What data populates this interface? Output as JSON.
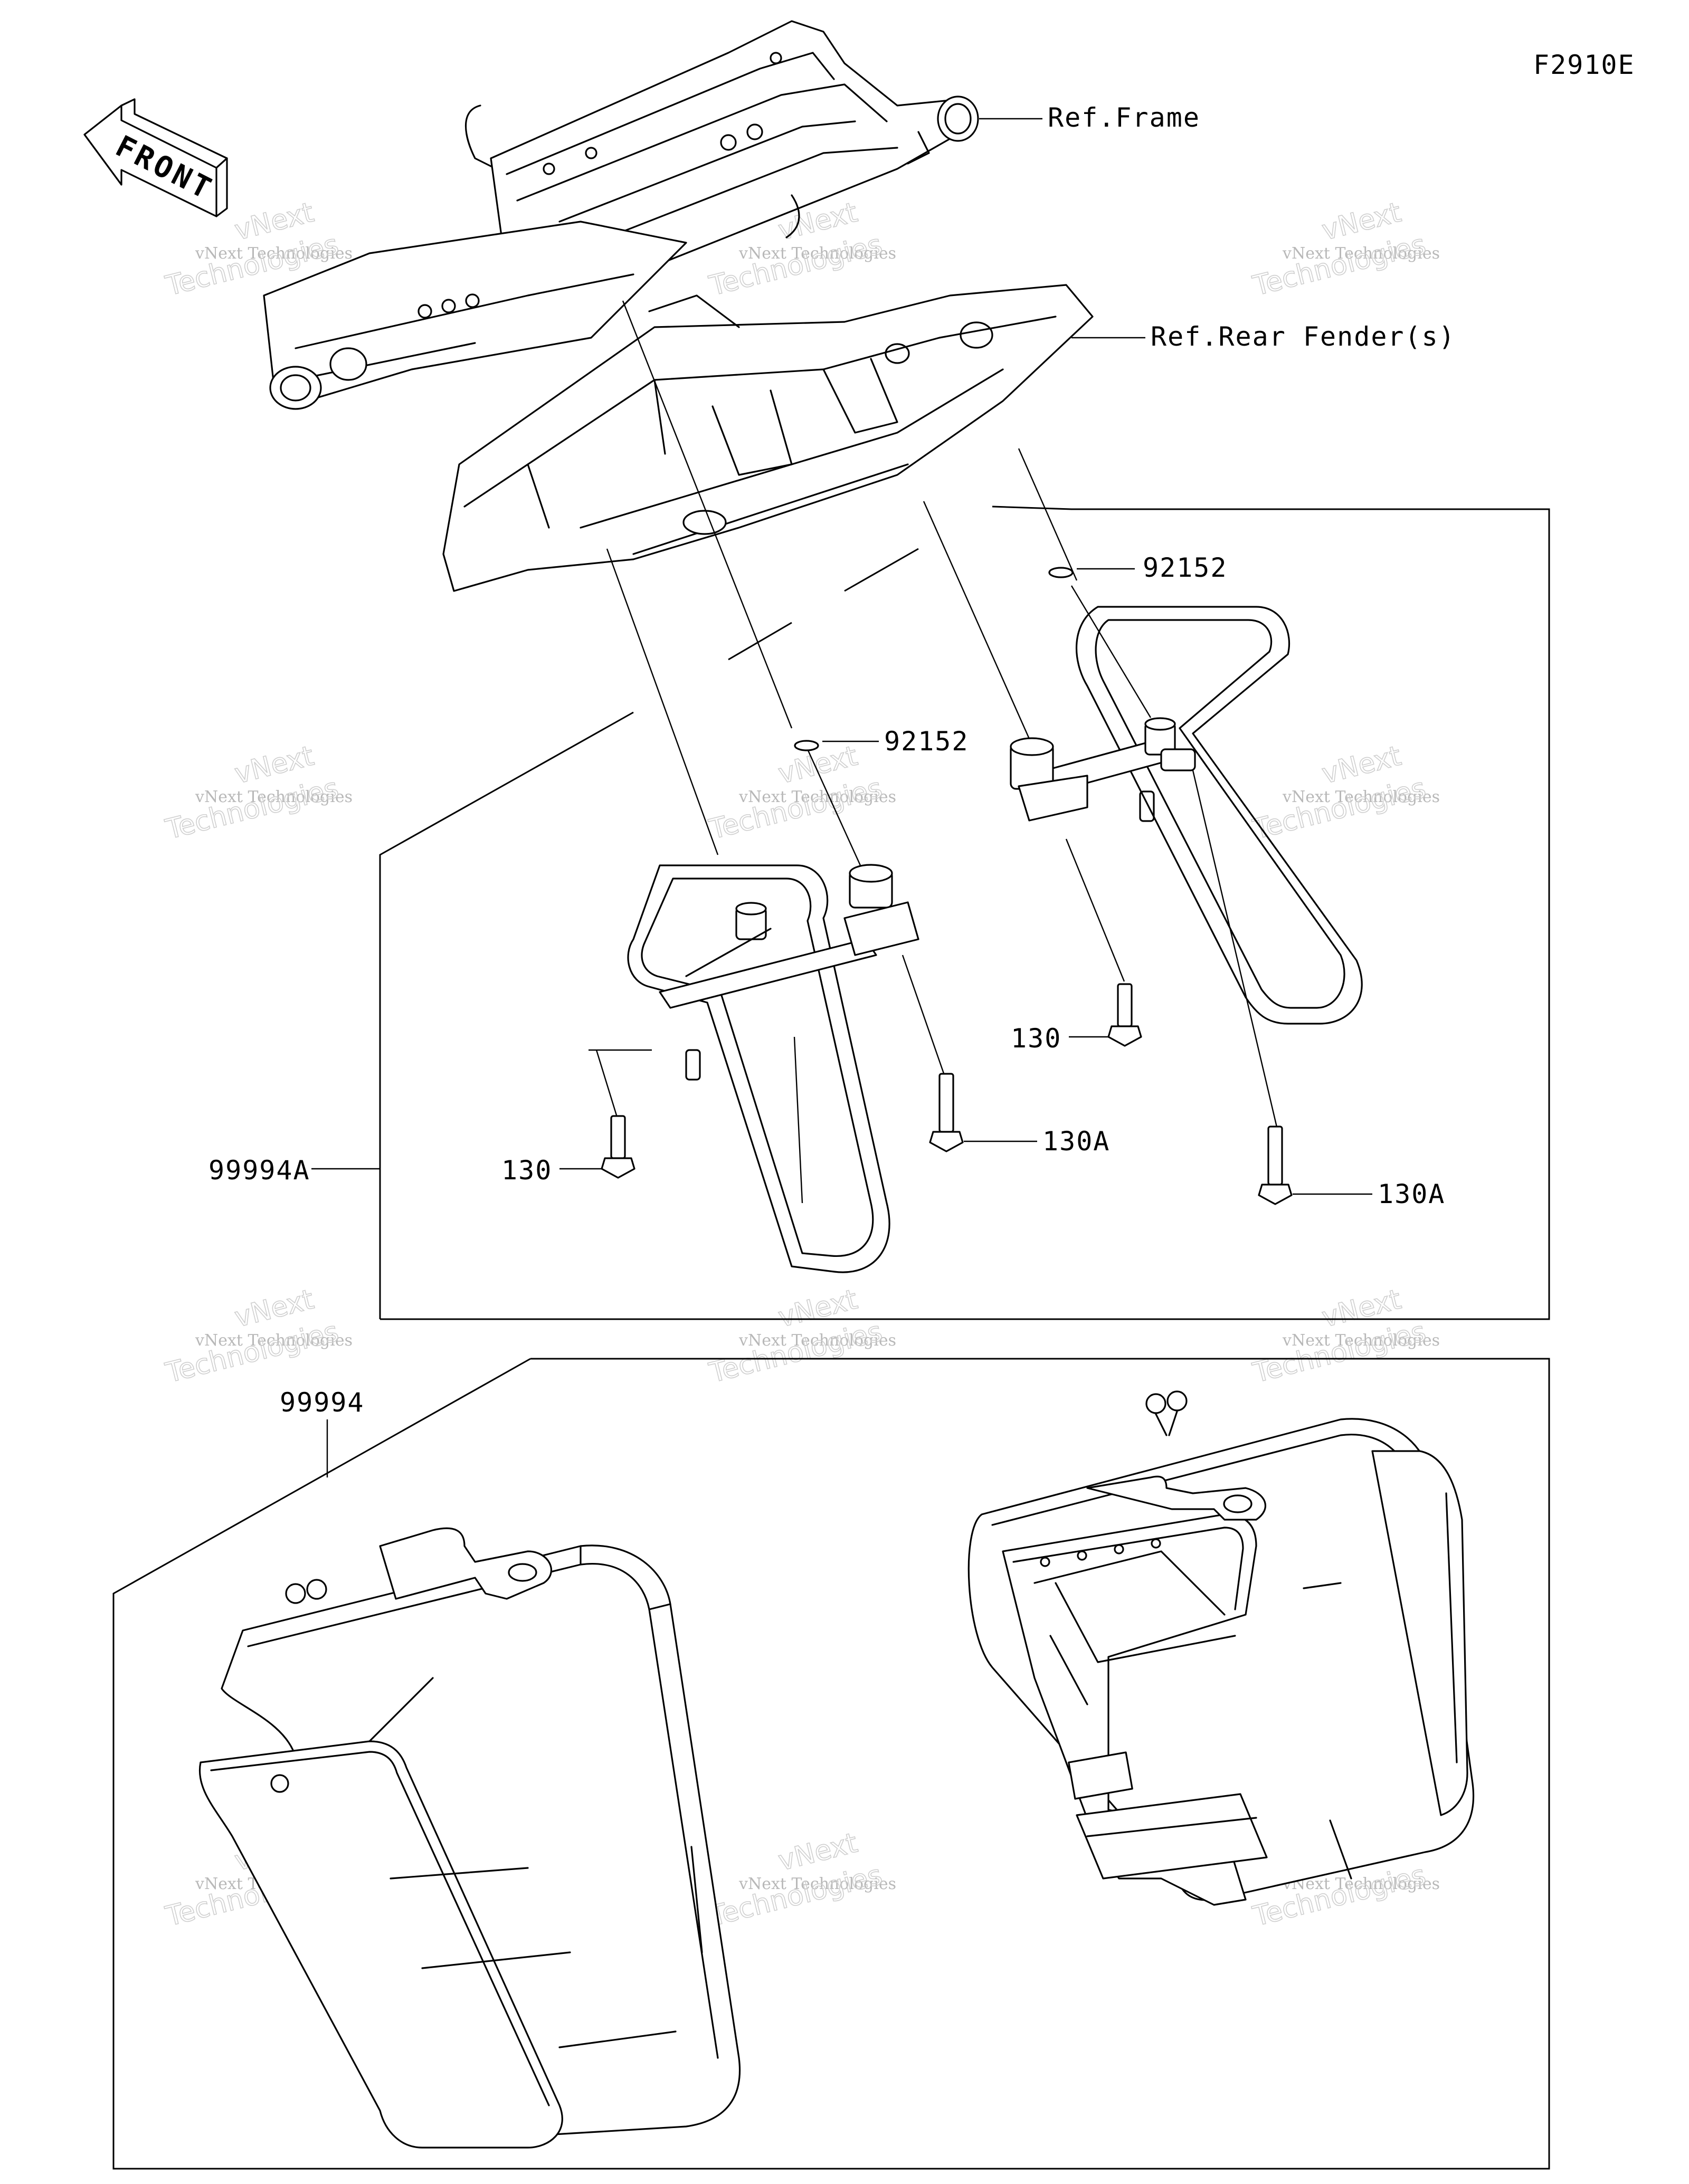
{
  "diagram_code": "F2910E",
  "front_label": "FRONT",
  "references": {
    "frame": "Ref.Frame",
    "rear_fender": "Ref.Rear Fender(s)"
  },
  "part_labels": {
    "washer_upper": "92152",
    "washer_middle": "92152",
    "bolt_130_right": "130",
    "bolt_130a_middle": "130A",
    "bolt_130a_right": "130A",
    "bolt_130_left": "130",
    "bracket_set": "99994A",
    "pannier_set": "99994"
  },
  "watermark": {
    "line1": "vNext Technologies",
    "line2": "vNext",
    "line3": "Technologies"
  }
}
